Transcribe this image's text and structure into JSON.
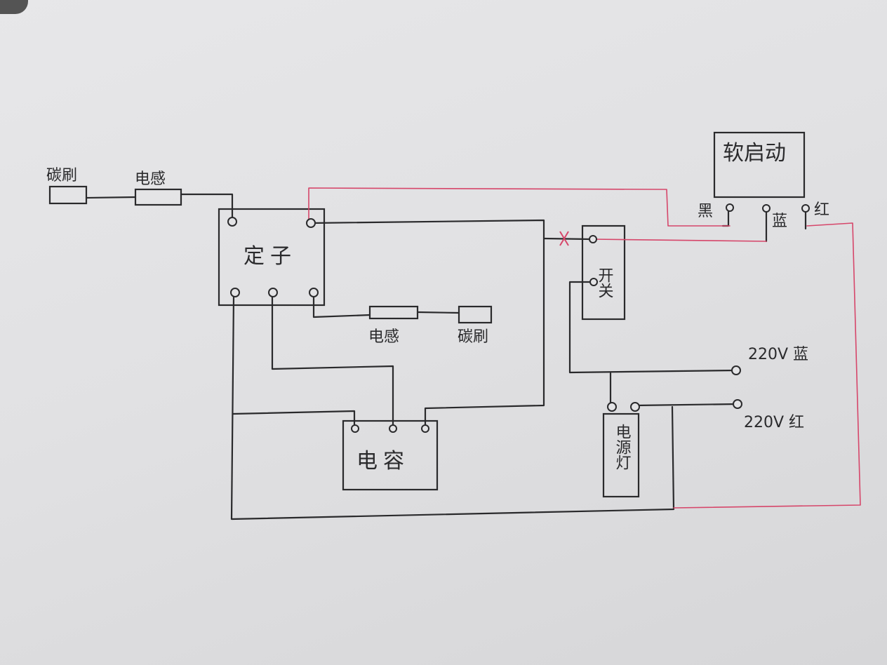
{
  "diagram": {
    "labels": {
      "carbon_brush_left": "碳刷",
      "inductor_left": "电感",
      "stator": "定子",
      "inductor_mid": "电感",
      "carbon_brush_mid": "碳刷",
      "capacitor": "电容",
      "switch": "开关",
      "soft_start": "软启动",
      "wire_black": "黑",
      "wire_blue": "蓝",
      "wire_red": "红",
      "supply_blue": "220V 蓝",
      "supply_red": "220V 红",
      "power_lamp": "电源灯"
    },
    "colors": {
      "ink": "#2a2a2c",
      "red_wire": "#d6466a",
      "paper": "#e3e3e5"
    }
  }
}
